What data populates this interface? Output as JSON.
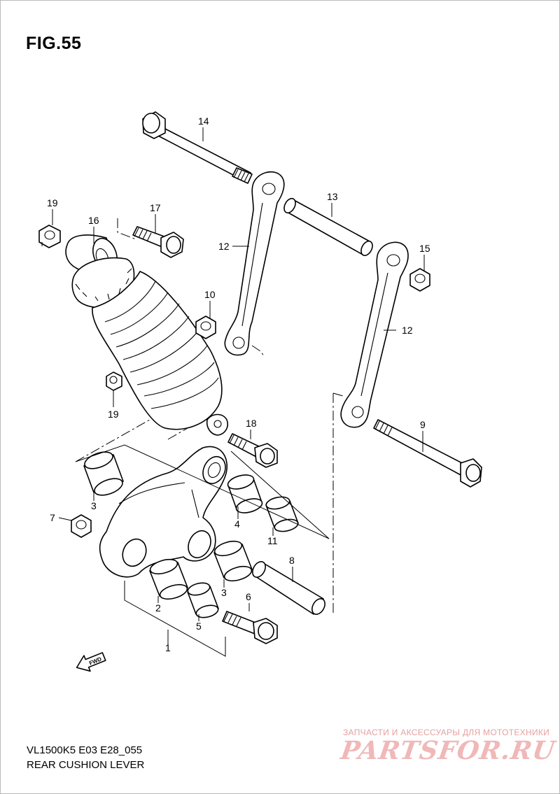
{
  "figure": {
    "title": "FIG.55",
    "model_code": "VL1500K5 E03 E28_055",
    "caption": "REAR CUSHION LEVER"
  },
  "callouts": [
    "14",
    "19",
    "16",
    "17",
    "13",
    "12",
    "15",
    "10",
    "12",
    "19",
    "18",
    "9",
    "3",
    "7",
    "4",
    "11",
    "8",
    "3",
    "2",
    "6",
    "5",
    "1"
  ],
  "fwd_label": "FWD",
  "watermark": {
    "tagline": "ЗАПЧАСТИ И АКСЕССУАРЫ ДЛЯ МОТОТЕХНИКИ",
    "logo": "PARTSFOR.RU",
    "color": "#f0b8b8"
  }
}
